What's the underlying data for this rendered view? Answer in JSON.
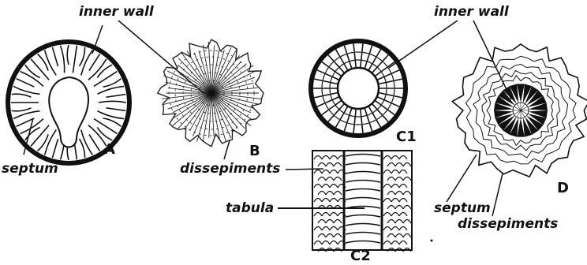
{
  "labels": {
    "inner_wall_left": "inner wall",
    "inner_wall_right": "inner wall",
    "septum_a": "septum",
    "dissepiments_b": "dissepiments",
    "tabula": "tabula",
    "septum_d": "septum",
    "dissepiments_d": "dissepiments"
  },
  "figure_letters": {
    "a": "A",
    "b": "B",
    "c1": "C1",
    "c2": "C2",
    "d": "D"
  }
}
